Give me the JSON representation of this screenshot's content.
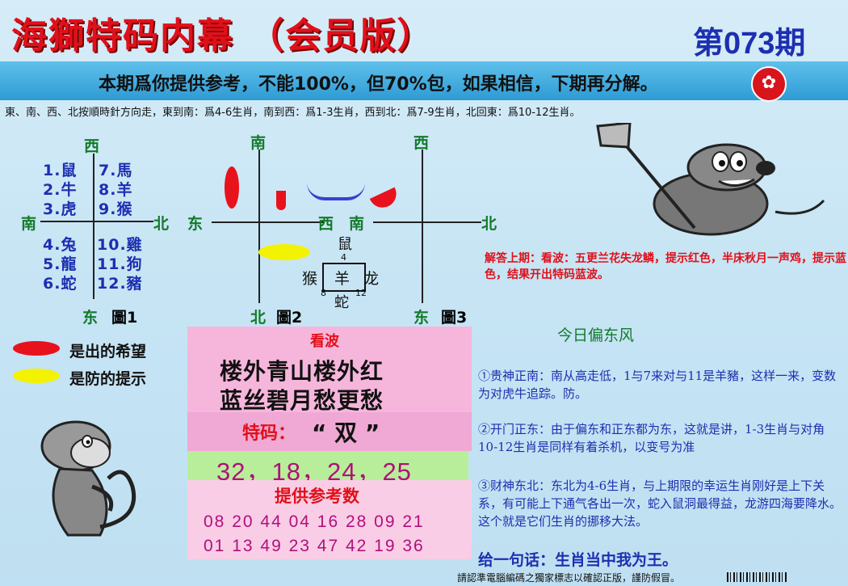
{
  "header": {
    "title": "海獅特码内幕 （会员版）",
    "issue": "第073期",
    "slogan": "本期爲你提供参考，不能100%，但70%包，如果相信，下期再分解。",
    "direction_note": "東、南、西、北按順時針方向走，東到南：爲4-6生肖，南到西：爲1-3生肖，西到北：爲7-9生肖，北回東：爲10-12生肖。"
  },
  "diagram1": {
    "top": "西",
    "left": "南",
    "right": "北",
    "bottom": "东",
    "caption": "圖1",
    "left_items": [
      "1.鼠",
      "2.牛",
      "3.虎",
      "4.兔",
      "5.龍",
      "6.蛇"
    ],
    "right_items": [
      "7.馬",
      "8.羊",
      "9.猴",
      "10.雞",
      "11.狗",
      "12.豬"
    ]
  },
  "diagram2": {
    "top": "南",
    "left": "东",
    "right": "西",
    "bottom": "北",
    "caption": "圖2",
    "center_top": "鼠",
    "center_top_num": "4",
    "center_left": "猴",
    "center_mid": "羊",
    "center_right": "龙",
    "center_bottom": "蛇",
    "center_bl": "8",
    "center_br": "12"
  },
  "diagram3": {
    "top": "西",
    "left": "南",
    "right": "北",
    "bottom": "东",
    "caption": "圖3"
  },
  "legend": {
    "red": "是出的希望",
    "yellow": "是防的提示"
  },
  "answer_last": "解答上期：看波：五更兰花失龙鳞，提示红色，半床秋月一声鸡，提示蓝色，结果开出特码蓝波。",
  "today_wind": "今日偏东风",
  "kanbo": {
    "label": "看波",
    "line1": "楼外青山楼外红",
    "line2": "蓝丝碧月愁更愁"
  },
  "tema": {
    "label": "特码：",
    "value": "“ 双 ”"
  },
  "numbers_main": "32，18，24，25",
  "ref_label": "提供参考数",
  "ref_row1": "08 20 44 04 16 28 09 21",
  "ref_row2": "01 13 49 23 47 42 19 36",
  "paras": [
    "①贵神正南：南从高走低，1与7来对与11是羊豬，这样一来，变数为对虎牛追踪。防。",
    "②开门正东：由于偏东和正东都为东，这就是讲，1-3生肖与对角10-12生肖是同样有着杀机，以变号为准",
    "③财神东北：东北为4-6生肖，与上期限的幸运生肖刚好是上下关系，有可能上下通气各出一次，蛇入鼠洞最得益，龙游四海要降水。这个就是它们生肖的挪移大法。"
  ],
  "closing": "给一句话：生肖当中我为王。",
  "footer": "請認準電腦編碼之獨家標志以確認正版，謹防假冒。"
}
